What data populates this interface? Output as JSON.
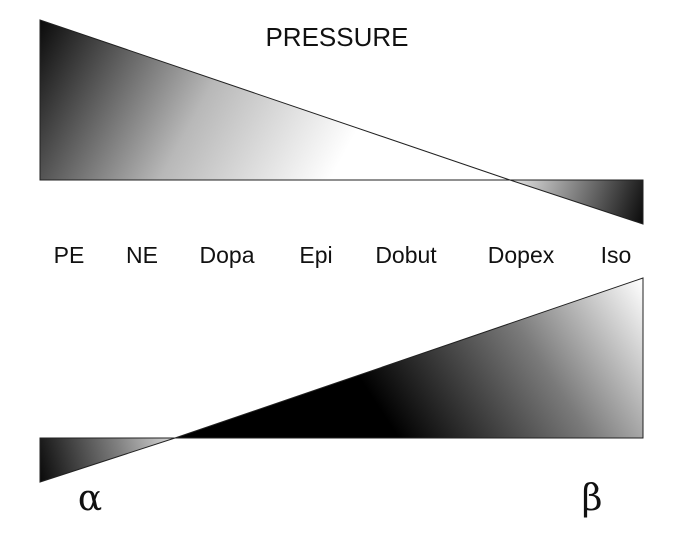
{
  "title": "PRESSURE",
  "drugs": [
    {
      "label": "PE"
    },
    {
      "label": "NE"
    },
    {
      "label": "Dopa"
    },
    {
      "label": "Epi"
    },
    {
      "label": "Dobut"
    },
    {
      "label": "Dopex"
    },
    {
      "label": "Iso"
    }
  ],
  "receptors": {
    "left": "α",
    "right": "β"
  },
  "colors": {
    "dark": "#0a0a0a",
    "light": "#ffffff",
    "outline": "#222222"
  }
}
